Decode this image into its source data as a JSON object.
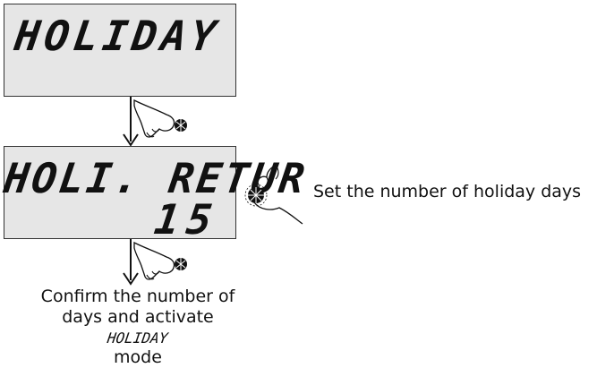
{
  "display1": {
    "line1": "HOLIDAY"
  },
  "display2": {
    "line1": "HOLI. RETUR",
    "line2": "15"
  },
  "side_instruction": "Set the number of holiday days",
  "confirm_instruction": {
    "line1": "Confirm the number of",
    "line2_prefix": "days and activate ",
    "line2_mode": "HOLIDAY",
    "line3": "mode"
  }
}
